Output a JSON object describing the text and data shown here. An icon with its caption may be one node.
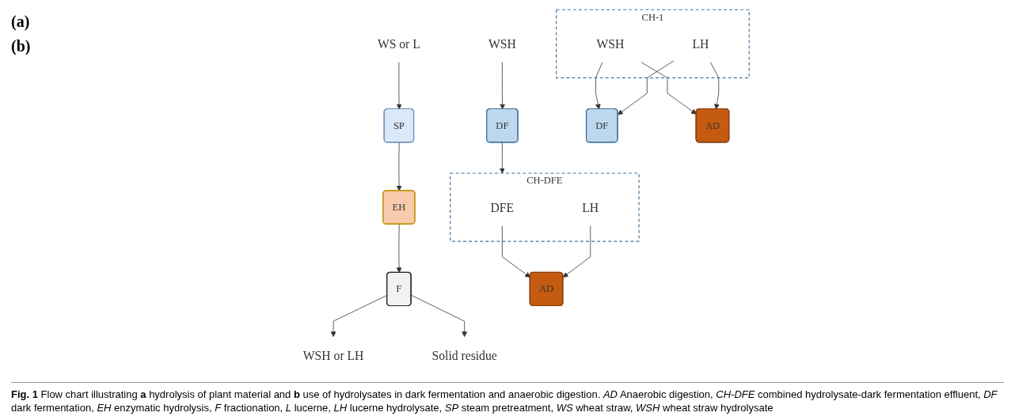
{
  "diagram": {
    "caption": "**Fig. 1** Flow chart illustrating **a** hydrolysis of plant material and **b** use of hydrolysates in dark fermentation and anaerobic digestion. *AD* Anaerobic digestion, *CH-DFE* combined hydrolysate-dark fermentation effluent, *DF* dark fermentation, *EH* enzymatic hydrolysis, *F* fractionation, *L* lucerne, *LH* lucerne hydrolysate, *SP* steam pretreatment, *WS* wheat straw, *WSH* wheat straw hydrolysate",
    "nodes": [
      {
        "text": [
          "WS or L"
        ]
      },
      {
        "text": [
          "SP"
        ]
      },
      {
        "text": [
          "EH"
        ]
      },
      {
        "text": [
          "F"
        ]
      },
      {
        "text": [
          "WSH or LH"
        ]
      },
      {
        "text": [
          "Solid residue"
        ]
      },
      {
        "text": [
          "WSH"
        ]
      },
      {
        "text": [
          "DF"
        ]
      },
      {
        "text": [
          "CH-DFE"
        ]
      },
      {
        "text": [
          "DFE"
        ],
        "in": 8
      },
      {
        "text": [
          "LH"
        ],
        "in": 8
      },
      {
        "text": [
          "AD"
        ]
      },
      {
        "text": [
          "CH-1"
        ]
      },
      {
        "text": [
          "WSH"
        ],
        "in": 12
      },
      {
        "text": [
          "LH"
        ],
        "in": 12
      },
      {
        "text": [
          "DF"
        ]
      },
      {
        "text": [
          "AD"
        ]
      }
    ],
    "edges": [
      {
        "from": 0,
        "to": 1,
        "arrow": "to"
      },
      {
        "from": 1,
        "to": 2,
        "arrow": "to"
      },
      {
        "from": 2,
        "to": 3,
        "arrow": "to"
      },
      {
        "from": 3,
        "to": 4,
        "arrow": "to"
      },
      {
        "from": 3,
        "to": 5,
        "arrow": "to"
      },
      {
        "from": 6,
        "to": 7,
        "arrow": "to"
      },
      {
        "from": 7,
        "to": 8,
        "arrow": "to"
      },
      {
        "from": 9,
        "to": 11,
        "arrow": "to"
      },
      {
        "from": 10,
        "to": 11,
        "arrow": "to"
      },
      {
        "from": 13,
        "to": 15,
        "arrow": "to"
      },
      {
        "from": 13,
        "to": 16,
        "arrow": "to"
      },
      {
        "from": 14,
        "to": 15,
        "arrow": "to"
      },
      {
        "from": 14,
        "to": 16,
        "arrow": "to"
      }
    ],
    "labels": [
      "(a)",
      "(b)"
    ]
  }
}
